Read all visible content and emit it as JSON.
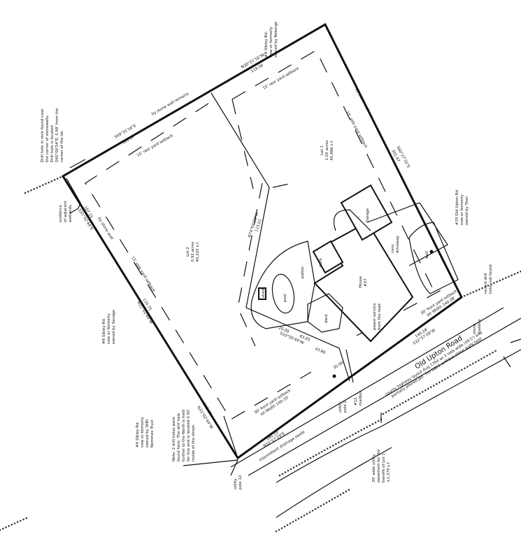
{
  "notes": {
    "drill_hole": [
      "Drill hole in rock found near",
      "the corner of stonewalls.",
      "Drill hole is located",
      "S60°00'54\"E, 0.68' from the",
      "corner of the lot."
    ],
    "wetlands": [
      "evidence",
      "of adjacent",
      "wetlands."
    ],
    "south_drill": [
      "Note: 2 drill holes were",
      "found here. The drill hole",
      "further to the North is held",
      "for line and is located 0.50'",
      "inside of the street."
    ],
    "easement": [
      "30' wide utility",
      "easement for the",
      "benefit of Lot 1",
      "±1,379 s.f."
    ],
    "record_drill": [
      "record drill",
      "hole, not found"
    ]
  },
  "abutters": {
    "sibley8_savage": [
      "#8 Sibley Rd.",
      "now or formerly",
      "owned by Savage"
    ],
    "sibley4": [
      "#4 Sibley Rd.",
      "now or formerly",
      "owned by SHD",
      "Nominee Trust"
    ],
    "sibley8_roberge": [
      "#8 Sibley Rd.",
      "now or formerly",
      "owned by Roberge"
    ],
    "upton33": [
      "#33 Old Upton Rd.",
      "now or formerly",
      "owned by Tisel"
    ]
  },
  "lots": {
    "lot2": [
      "Lot 2",
      "0.92 acres",
      "40,225 s.f."
    ],
    "lot1": [
      "Lot 1",
      "1.05 acres",
      "45,886 s.f."
    ]
  },
  "bounds": {
    "nw_bearing": "S59°31'16\"E",
    "nw_dist": "161.37",
    "n_bearing": "N30°31'16\"W",
    "n_dist": "119.58",
    "e_bearing": "S60°17'31\"E",
    "e_dist": "301.47",
    "w_bearing": "S31°02'44\"E",
    "w_dist": "107.15",
    "w2_bearing": "N31°02'44\"W",
    "w2_dist": "110.75",
    "w3_bearing": "N31°02'44\"W",
    "w3_dist": "113.05",
    "div_bearing": "N74°02'28\"W",
    "div_dist": "113.01",
    "front1_bearing": "S32°57'29\"W",
    "front1_dist": "140.28'",
    "front2_bearing": "N32°57'29\"E",
    "front2_dist": "140.10'",
    "div2_bearing": "S10°50'49\"W",
    "div2_dist": "83.05",
    "short1": "20.00",
    "short2": "35.00'",
    "short3": "43.86"
  },
  "setbacks": {
    "rear2": "15' rear yard setback",
    "rear1": "15' rear yard setback",
    "side2": "15' side yard setback",
    "side1": "15' side yard setback",
    "front2": [
      "30' front yard setback",
      "lot Width 140.10'"
    ],
    "front1": [
      "30' front yard setback",
      "lot Width 140.28'"
    ]
  },
  "walls": {
    "remains": "by stone wall remains",
    "west": "by stone wall",
    "east": "by stone wall"
  },
  "features": {
    "garage": "Garage",
    "driveway": [
      "conc.",
      "driveway"
    ],
    "well": "well",
    "house": [
      "House",
      "#27"
    ],
    "power": [
      "power service",
      "from the road"
    ],
    "pool": "pool",
    "patios": "patios",
    "deck": "deck",
    "deck2": "deck",
    "shed": "shed",
    "swale": "intermittent drainage swale",
    "pole_w": [
      "utility",
      "pole 12"
    ],
    "pole_s": [
      "utility",
      "pole 2"
    ],
    "mailbox": [
      "#12",
      "mailbox"
    ],
    "stone_mailbox": [
      "stone",
      "mailbox"
    ]
  },
  "road": {
    "name": "Old Upton Road",
    "layout": [
      "county highway layout Aug 1764 as 3 rods wide (49.5') and",
      "partially altered Jan. 7th 1863, antique stone walls held"
    ]
  }
}
